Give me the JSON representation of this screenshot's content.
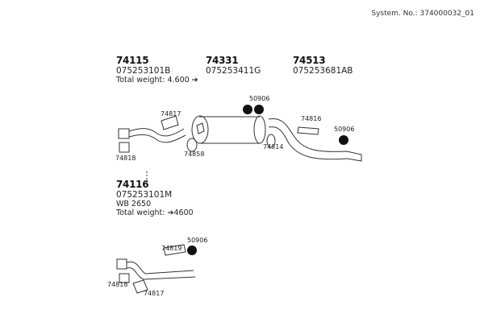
{
  "system_no": "System. No.: 374000032_01",
  "groups": [
    {
      "part_no": "74115",
      "code": "075253101B",
      "total_weight": "Total weight: 4.600 ➔"
    },
    {
      "part_no": "74331",
      "code": "075253411G"
    },
    {
      "part_no": "74513",
      "code": "075253681AB"
    },
    {
      "part_no": "74116",
      "code": "075253101M",
      "wb": "WB 2650",
      "total_weight": "Total weight: ➔4600"
    }
  ],
  "labels": {
    "top": [
      "74817",
      "74818",
      "74858",
      "50906",
      "74814",
      "74816",
      "50906"
    ],
    "bottom": [
      "74819",
      "50906",
      "74818",
      "74817"
    ]
  }
}
